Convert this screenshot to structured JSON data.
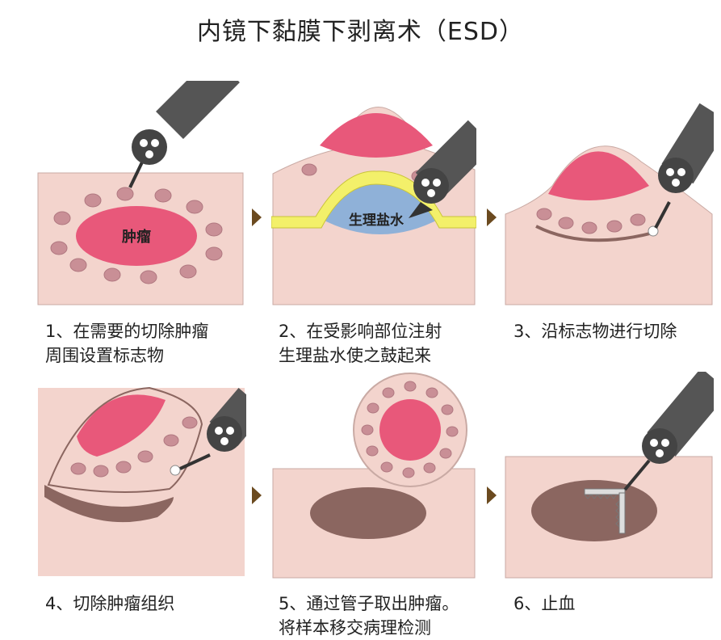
{
  "title": "内镜下黏膜下剥离术（ESD）",
  "steps": [
    {
      "caption_line1": "1、在需要的切除肿瘤",
      "caption_line2": "周围设置标志物",
      "label": "肿瘤"
    },
    {
      "caption_line1": "2、在受影响部位注射",
      "caption_line2": "生理盐水使之鼓起来",
      "label": "生理盐水"
    },
    {
      "caption_line1": "3、沿标志物进行切除",
      "caption_line2": ""
    },
    {
      "caption_line1": "4、切除肿瘤组织",
      "caption_line2": ""
    },
    {
      "caption_line1": "5、通过管子取出肿瘤。",
      "caption_line2": "将样本移交病理检测"
    },
    {
      "caption_line1": "6、止血",
      "caption_line2": ""
    }
  ],
  "colors": {
    "tissue": "#f3d4cd",
    "tumor": "#e8587a",
    "marker": "#c98f96",
    "saline": "#f3f06a",
    "saline_blue": "#8fb1d8",
    "endoscope": "#5a5a5a",
    "resected": "#8b6660",
    "arrow": "#6b4a1f"
  }
}
